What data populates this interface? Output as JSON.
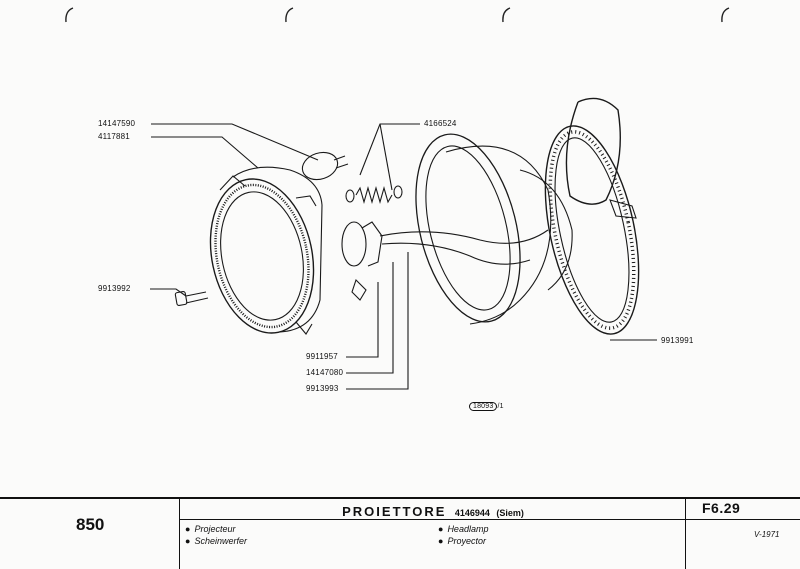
{
  "parts": {
    "p1": "14147590",
    "p2": "4117881",
    "p3": "4166524",
    "p4": "9913992",
    "p5": "9913991",
    "p6": "9911957",
    "p7": "14147080",
    "p8": "9913993"
  },
  "figure_ref": {
    "number": "18093",
    "suffix": "/1"
  },
  "titleblock": {
    "model": "850",
    "title": "PROIETTORE",
    "code": "4146944",
    "supplier": "(Siem)",
    "lang_fr": "Projecteur",
    "lang_de": "Scheinwerfer",
    "lang_en": "Headlamp",
    "lang_es": "Proyector",
    "sheet": "F6.29",
    "date": "V-1971"
  },
  "icons": [
    "binder-hole-icon"
  ]
}
